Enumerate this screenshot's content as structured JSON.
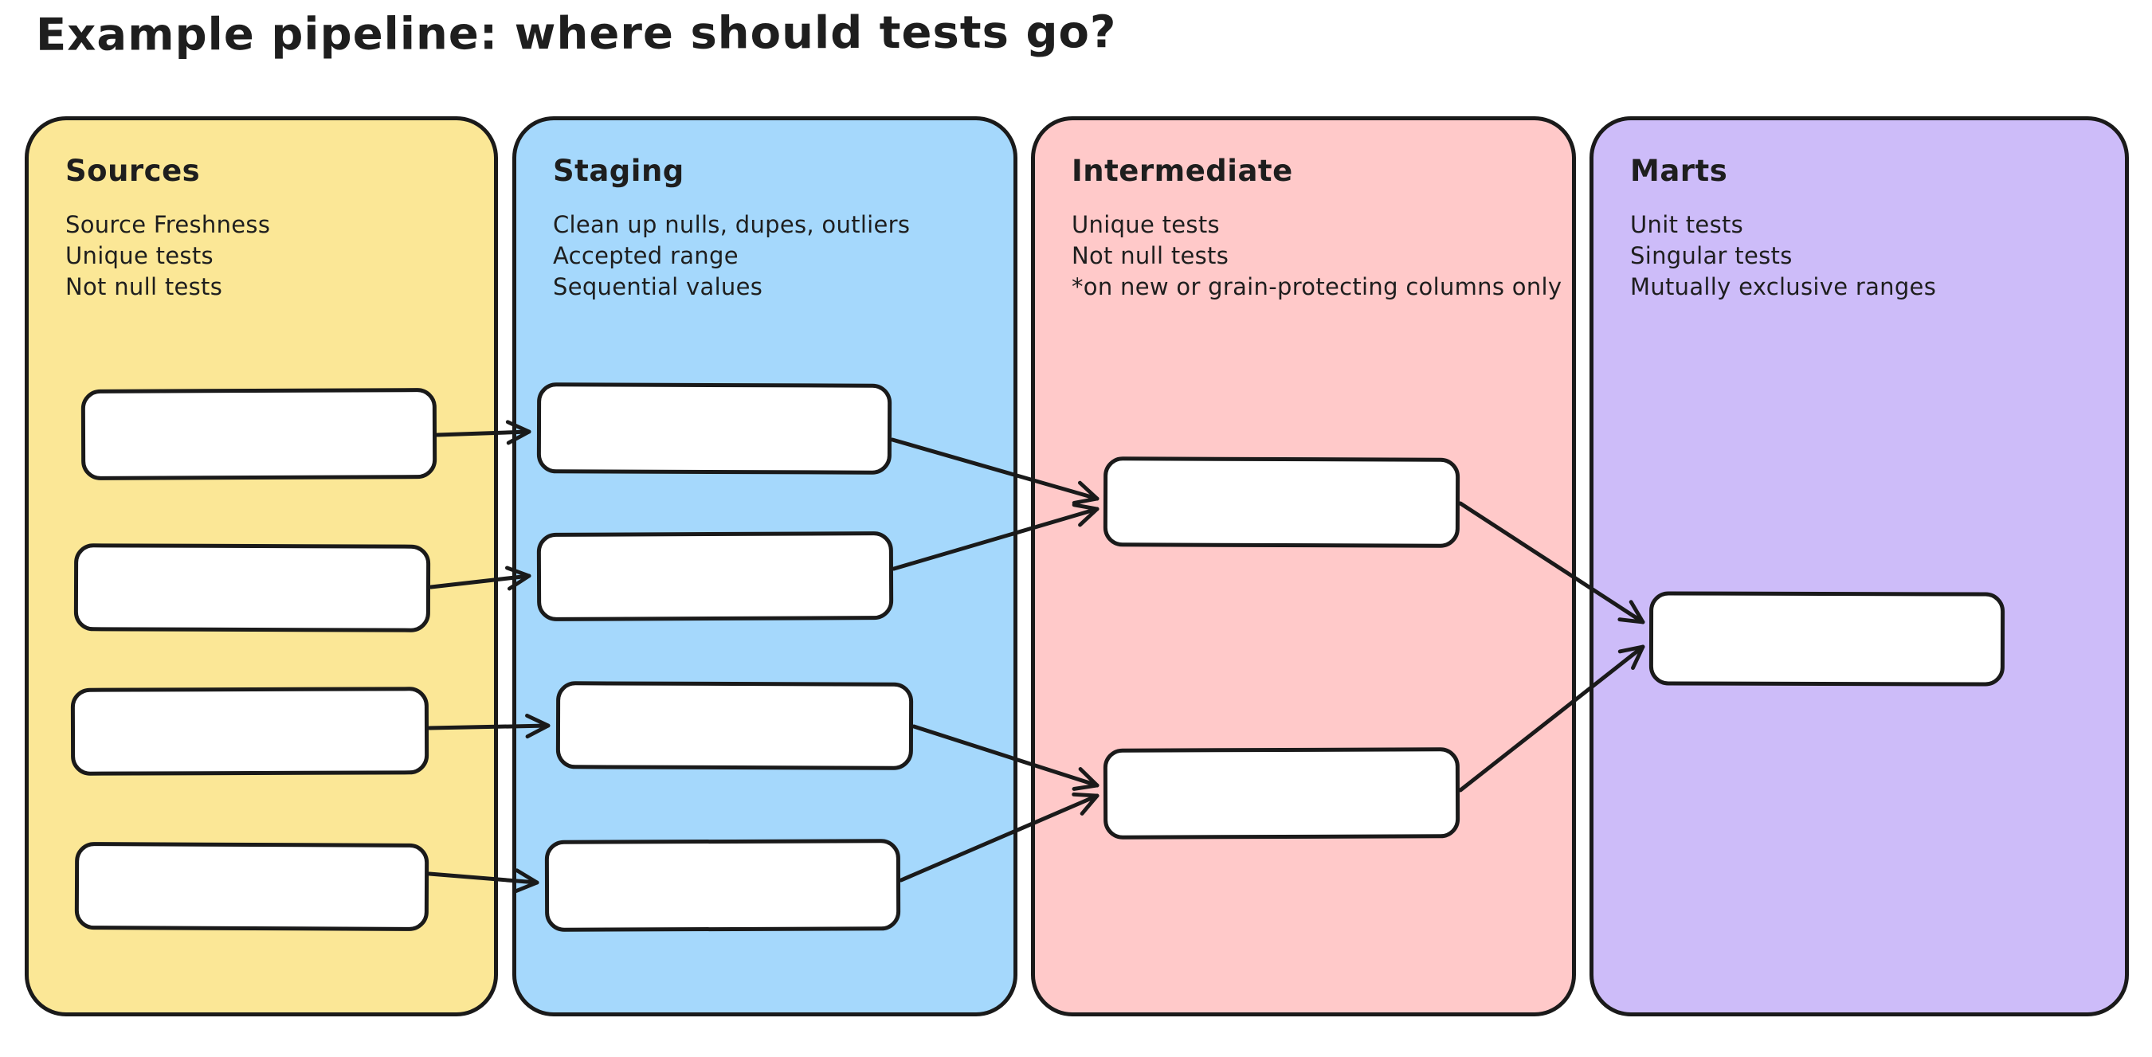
{
  "title": "Example pipeline: where should tests go?",
  "stroke_color": "#1a1a1a",
  "node_fill": "#ffffff",
  "panels": [
    {
      "id": "sources",
      "title": "Sources",
      "bg": "#FBE796",
      "notes": [
        "Source Freshness",
        "Unique tests",
        "Not null tests"
      ],
      "box_count": 4
    },
    {
      "id": "staging",
      "title": "Staging",
      "bg": "#A5D8FC",
      "notes": [
        "Clean up nulls, dupes, outliers",
        "Accepted range",
        "Sequential values"
      ],
      "box_count": 4
    },
    {
      "id": "intermediate",
      "title": "Intermediate",
      "bg": "#FFC9C9",
      "notes": [
        "Unique tests",
        "Not null tests",
        "*on new or grain-protecting columns only"
      ],
      "box_count": 2
    },
    {
      "id": "marts",
      "title": "Marts",
      "bg": "#CDBCF9",
      "notes": [
        "Unit tests",
        "Singular tests",
        "Mutually exclusive ranges"
      ],
      "box_count": 1
    }
  ],
  "connections": [
    {
      "from": "sources-box-1",
      "to": "staging-box-1"
    },
    {
      "from": "sources-box-2",
      "to": "staging-box-2"
    },
    {
      "from": "sources-box-3",
      "to": "staging-box-3"
    },
    {
      "from": "sources-box-4",
      "to": "staging-box-4"
    },
    {
      "from": "staging-box-1",
      "to": "intermediate-box-1"
    },
    {
      "from": "staging-box-2",
      "to": "intermediate-box-1"
    },
    {
      "from": "staging-box-3",
      "to": "intermediate-box-2"
    },
    {
      "from": "staging-box-4",
      "to": "intermediate-box-2"
    },
    {
      "from": "intermediate-box-1",
      "to": "marts-box-1"
    },
    {
      "from": "intermediate-box-2",
      "to": "marts-box-1"
    }
  ]
}
